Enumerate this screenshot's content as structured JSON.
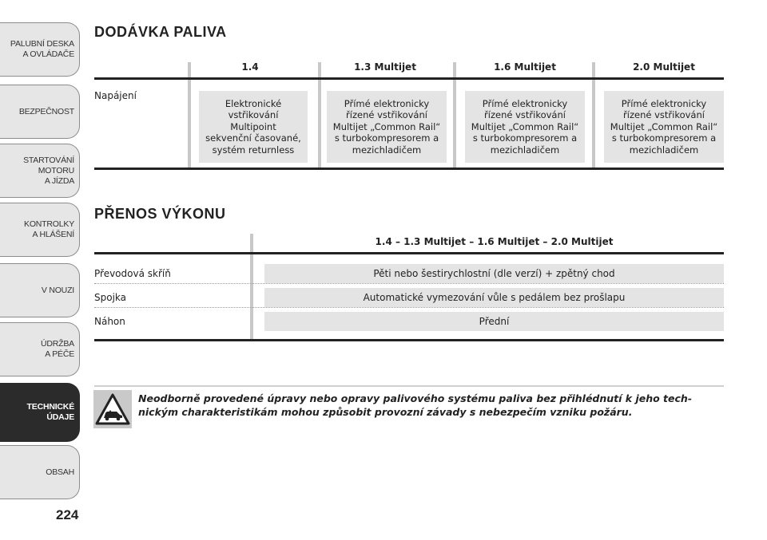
{
  "sidebar": {
    "tabs": [
      {
        "label": "PALUBNÍ DESKA\nA OVLÁDAČE"
      },
      {
        "label": "BEZPEČNOST"
      },
      {
        "label": "STARTOVÁNÍ\nMOTORU\nA JÍZDA"
      },
      {
        "label": "KONTROLKY\nA HLÁŠENÍ"
      },
      {
        "label": "V NOUZI"
      },
      {
        "label": "ÚDRŽBA\nA PÉČE"
      },
      {
        "label": "TECHNICKÉ\nÚDAJE"
      },
      {
        "label": "OBSAH"
      }
    ],
    "active_index": 6,
    "page_number": "224"
  },
  "fuel_supply": {
    "title": "DODÁVKA PALIVA",
    "columns": [
      "1.4",
      "1.3 Multijet",
      "1.6 Multijet",
      "2.0 Multijet"
    ],
    "row_label": "Napájení",
    "cells": [
      "Elektronické\nvstřikování\nMultipoint\nsekvenční časované,\nsystém returnless",
      "Přímé elektronicky\nřízené vstřikování\nMultijet „Common Rail“\ns turbokompresorem a\nmezichladičem",
      "Přímé elektronicky\nřízené vstřikování\nMultijet „Common Rail“\ns turbokompresorem a\nmezichladičem",
      "Přímé elektronicky\nřízené vstřikování\nMultijet „Common Rail“\ns turbokompresorem a\nmezichladičem"
    ]
  },
  "transmission": {
    "title": "PŘENOS VÝKONU",
    "column": "1.4 – 1.3 Multijet – 1.6 Multijet – 2.0 Multijet",
    "rows": [
      {
        "label": "Převodová skříň",
        "value": "Pěti nebo šestirychlostní (dle verzí) + zpětný chod"
      },
      {
        "label": "Spojka",
        "value": "Automatické vymezování vůle s pedálem bez prošlapu"
      },
      {
        "label": "Náhon",
        "value": "Přední"
      }
    ]
  },
  "warning": {
    "icon": "vehicle-fire-warning-icon",
    "text": "Neodborně provedené úpravy nebo opravy palivového systému paliva bez přihlédnutí k jeho tech-nickým charakteristikám mohou způsobit provozní závady s nebezpečím vzniku požáru."
  },
  "colors": {
    "active_tab": "#2b2b2b",
    "tab": "#e6e6e6",
    "cell": "#e4e4e4"
  }
}
